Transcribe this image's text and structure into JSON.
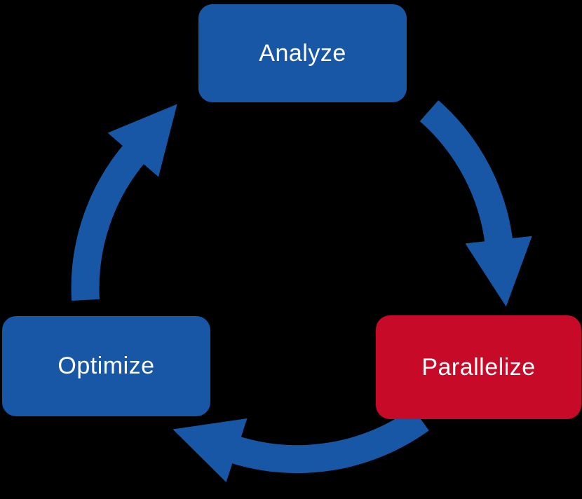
{
  "diagram": {
    "type": "cycle",
    "background_color": "#000000",
    "arrow_color": "#1757A5",
    "nodes": [
      {
        "id": "analyze",
        "label": "Analyze",
        "color": "#1757A5",
        "text_color": "#FFFFFF",
        "position": "top"
      },
      {
        "id": "parallelize",
        "label": "Parallelize",
        "color": "#C70A28",
        "text_color": "#FFFFFF",
        "position": "right"
      },
      {
        "id": "optimize",
        "label": "Optimize",
        "color": "#1757A5",
        "text_color": "#FFFFFF",
        "position": "left"
      }
    ],
    "edges": [
      {
        "from": "Analyze",
        "to": "Parallelize"
      },
      {
        "from": "Parallelize",
        "to": "Optimize"
      },
      {
        "from": "Optimize",
        "to": "Analyze"
      }
    ]
  }
}
